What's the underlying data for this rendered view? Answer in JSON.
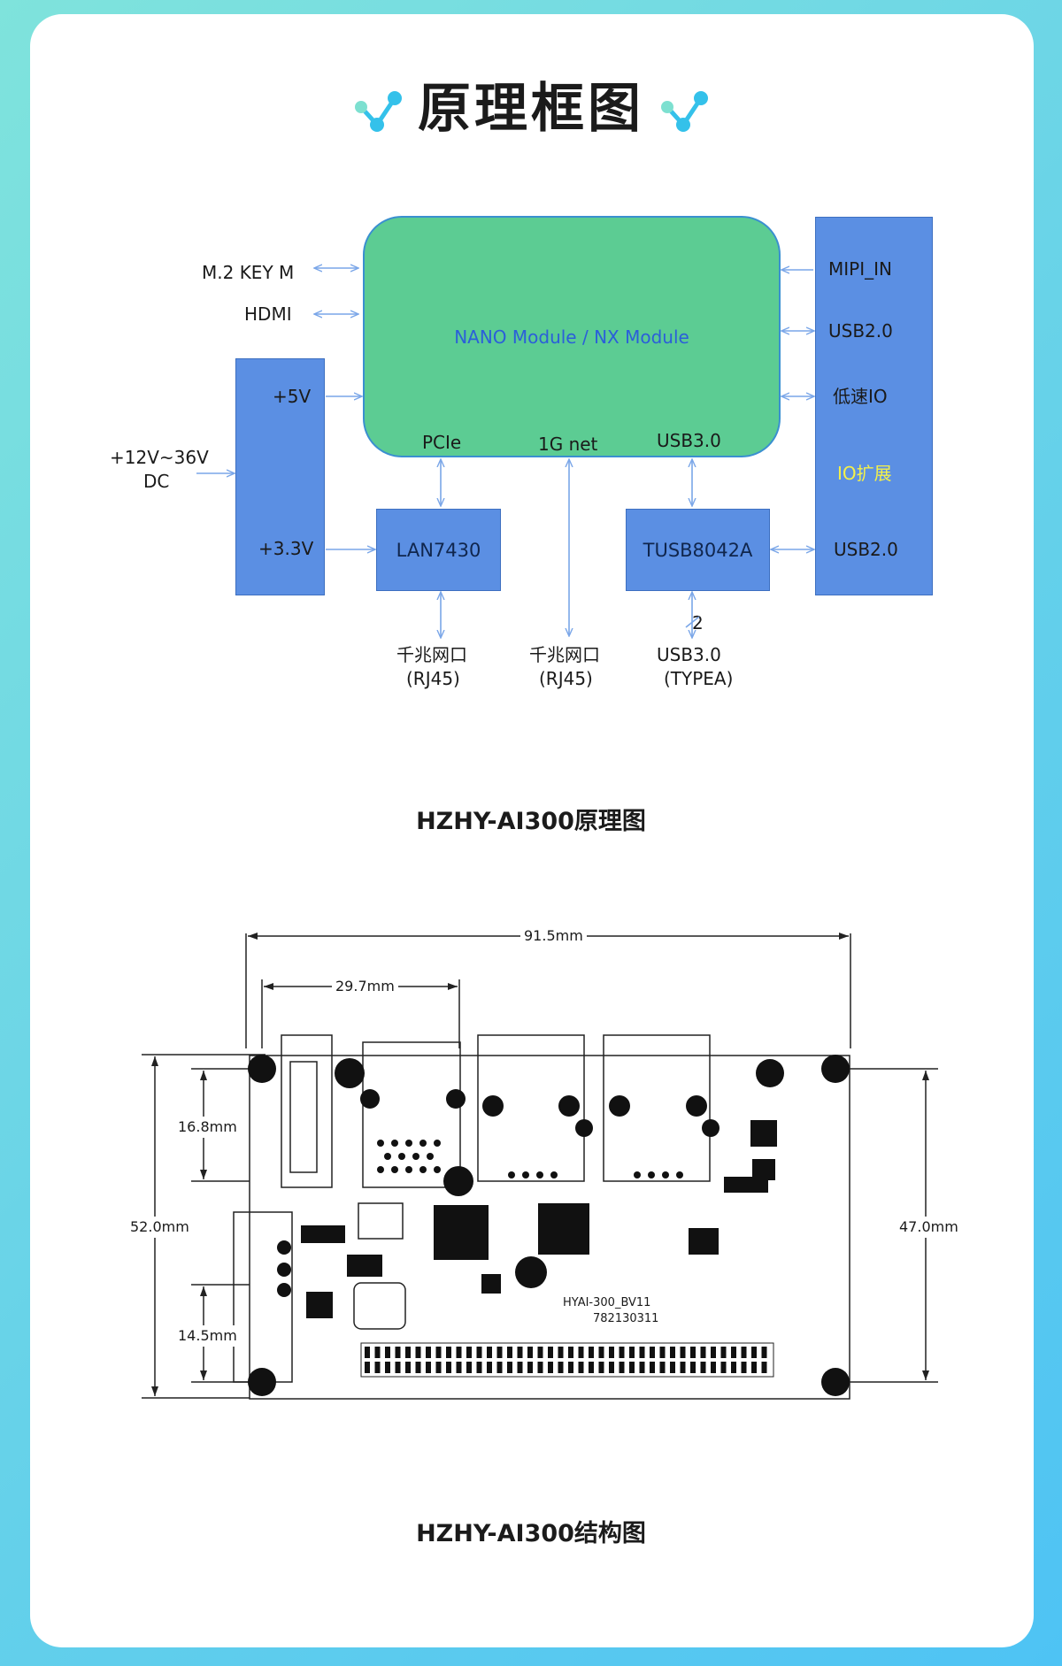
{
  "header": {
    "title": "原理框图"
  },
  "block_diagram": {
    "module": "NANO Module / NX Module",
    "module_ports": {
      "pcie": "PCIe",
      "net": "1G net",
      "usb3": "USB3.0"
    },
    "left_inputs": {
      "m2": "M.2 KEY M",
      "hdmi": "HDMI"
    },
    "power": {
      "block_5v": "+5V",
      "block_33v": "+3.3V",
      "input_line1": "+12V~36V",
      "input_line2": "DC"
    },
    "chips": {
      "lan": "LAN7430",
      "usb_hub": "TUSB8042A"
    },
    "io_panel": {
      "mipi": "MIPI_IN",
      "usb2_top": "USB2.0",
      "lowspeed": "低速IO",
      "title": "IO扩展",
      "usb2_bottom": "USB2.0"
    },
    "outputs": {
      "eth1_line1": "千兆网口",
      "eth1_line2": "(RJ45)",
      "eth2_line1": "千兆网口",
      "eth2_line2": "(RJ45)",
      "usb_line1": "USB3.0",
      "usb_line2": "(TYPEA)",
      "usb_count": "2"
    },
    "caption": "HZHY-AI300原理图"
  },
  "structure": {
    "dims": {
      "width": "91.5mm",
      "connector": "29.7mm",
      "height": "52.0mm",
      "hole_span": "47.0mm",
      "upper": "16.8mm",
      "lower": "14.5mm"
    },
    "board_text": {
      "line1": "HYAI-300_BV11",
      "line2": "782130311"
    },
    "caption": "HZHY-AI300结构图"
  },
  "colors": {
    "module": "#5ccc93",
    "block": "#5b8fe3",
    "io_title": "#f4f04a",
    "arrow": "#7aa6e8",
    "module_text": "#2b5fd9"
  }
}
